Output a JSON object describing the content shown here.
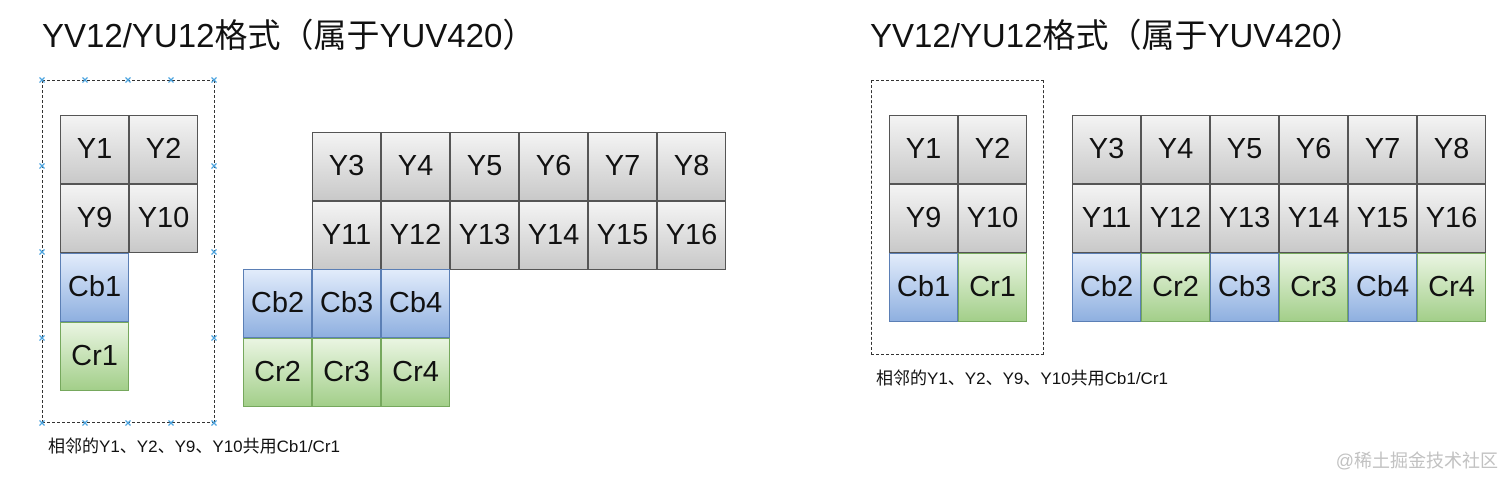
{
  "left": {
    "title": "YV12/YU12格式（属于YUV420）",
    "caption": "相邻的Y1、Y2、Y9、Y10共用Cb1/Cr1",
    "cells": [
      {
        "label": "Y1",
        "kind": "y"
      },
      {
        "label": "Y2",
        "kind": "y"
      },
      {
        "label": "Y9",
        "kind": "y"
      },
      {
        "label": "Y10",
        "kind": "y"
      },
      {
        "label": "Cb1",
        "kind": "cb"
      },
      {
        "label": "Cr1",
        "kind": "cr"
      },
      {
        "label": "Y3",
        "kind": "y"
      },
      {
        "label": "Y4",
        "kind": "y"
      },
      {
        "label": "Y5",
        "kind": "y"
      },
      {
        "label": "Y6",
        "kind": "y"
      },
      {
        "label": "Y7",
        "kind": "y"
      },
      {
        "label": "Y8",
        "kind": "y"
      },
      {
        "label": "Y11",
        "kind": "y"
      },
      {
        "label": "Y12",
        "kind": "y"
      },
      {
        "label": "Y13",
        "kind": "y"
      },
      {
        "label": "Y14",
        "kind": "y"
      },
      {
        "label": "Y15",
        "kind": "y"
      },
      {
        "label": "Y16",
        "kind": "y"
      },
      {
        "label": "Cb2",
        "kind": "cb"
      },
      {
        "label": "Cb3",
        "kind": "cb"
      },
      {
        "label": "Cb4",
        "kind": "cb"
      },
      {
        "label": "Cr2",
        "kind": "cr"
      },
      {
        "label": "Cr3",
        "kind": "cr"
      },
      {
        "label": "Cr4",
        "kind": "cr"
      }
    ]
  },
  "right": {
    "title": "YV12/YU12格式（属于YUV420）",
    "caption": "相邻的Y1、Y2、Y9、Y10共用Cb1/Cr1",
    "cells": [
      {
        "label": "Y1",
        "kind": "y"
      },
      {
        "label": "Y2",
        "kind": "y"
      },
      {
        "label": "Y9",
        "kind": "y"
      },
      {
        "label": "Y10",
        "kind": "y"
      },
      {
        "label": "Cb1",
        "kind": "cb"
      },
      {
        "label": "Cr1",
        "kind": "cr"
      },
      {
        "label": "Y3",
        "kind": "y"
      },
      {
        "label": "Y4",
        "kind": "y"
      },
      {
        "label": "Y5",
        "kind": "y"
      },
      {
        "label": "Y6",
        "kind": "y"
      },
      {
        "label": "Y7",
        "kind": "y"
      },
      {
        "label": "Y8",
        "kind": "y"
      },
      {
        "label": "Y11",
        "kind": "y"
      },
      {
        "label": "Y12",
        "kind": "y"
      },
      {
        "label": "Y13",
        "kind": "y"
      },
      {
        "label": "Y14",
        "kind": "y"
      },
      {
        "label": "Y15",
        "kind": "y"
      },
      {
        "label": "Y16",
        "kind": "y"
      },
      {
        "label": "Cb2",
        "kind": "cb"
      },
      {
        "label": "Cr2",
        "kind": "cr"
      },
      {
        "label": "Cb3",
        "kind": "cb"
      },
      {
        "label": "Cr3",
        "kind": "cr"
      },
      {
        "label": "Cb4",
        "kind": "cb"
      },
      {
        "label": "Cr4",
        "kind": "cr"
      }
    ]
  },
  "watermark": "@稀土掘金技术社区",
  "colors": {
    "y_cell": "#d6d6d6",
    "cb_cell": "#a9c4ec",
    "cr_cell": "#b8dca2",
    "handle": "#4aa3df"
  }
}
